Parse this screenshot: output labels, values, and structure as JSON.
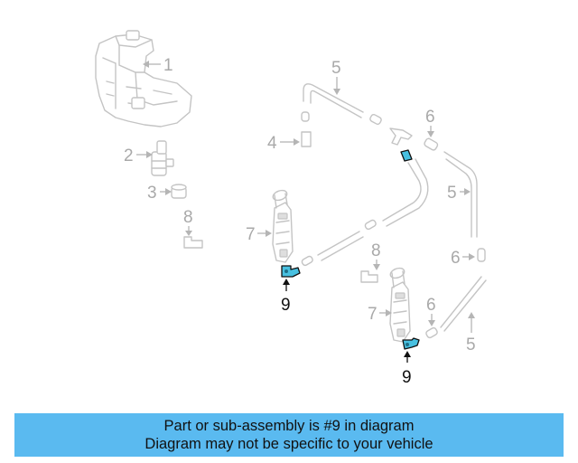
{
  "colors": {
    "highlight": "#48c0e0",
    "banner_bg": "#5abaf0",
    "ghost_stroke": "#c4c4c4",
    "callout_text": "#a9a9a9"
  },
  "callouts": {
    "c1": "1",
    "c2": "2",
    "c3": "3",
    "c4": "4",
    "c5a": "5",
    "c5b": "5",
    "c5c": "5",
    "c6a": "6",
    "c6b": "6",
    "c6c": "6",
    "c7a": "7",
    "c7b": "7",
    "c8a": "8",
    "c8b": "8",
    "c9a": "9",
    "c9b": "9"
  },
  "banner": {
    "line1": "Part or sub-assembly is #9 in diagram",
    "line2": "Diagram may not be specific to your vehicle"
  }
}
